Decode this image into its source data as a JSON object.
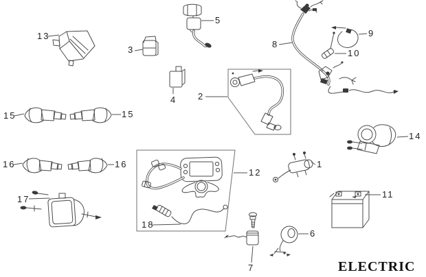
{
  "title": "ELECTRIC",
  "colors": {
    "line": "#4a4a4a",
    "callout_box_line": "#6f6f6f",
    "label_text": "#222222",
    "title_text": "#111111",
    "background": "#ffffff"
  },
  "labels": {
    "1": "1",
    "2": "2",
    "3": "3",
    "4": "4",
    "5": "5",
    "6": "6",
    "7": "7",
    "8": "8",
    "9": "9",
    "10": "10",
    "11": "11",
    "12": "12",
    "13": "13",
    "14": "14",
    "15": "15",
    "16": "16",
    "17": "17",
    "18": "18"
  }
}
